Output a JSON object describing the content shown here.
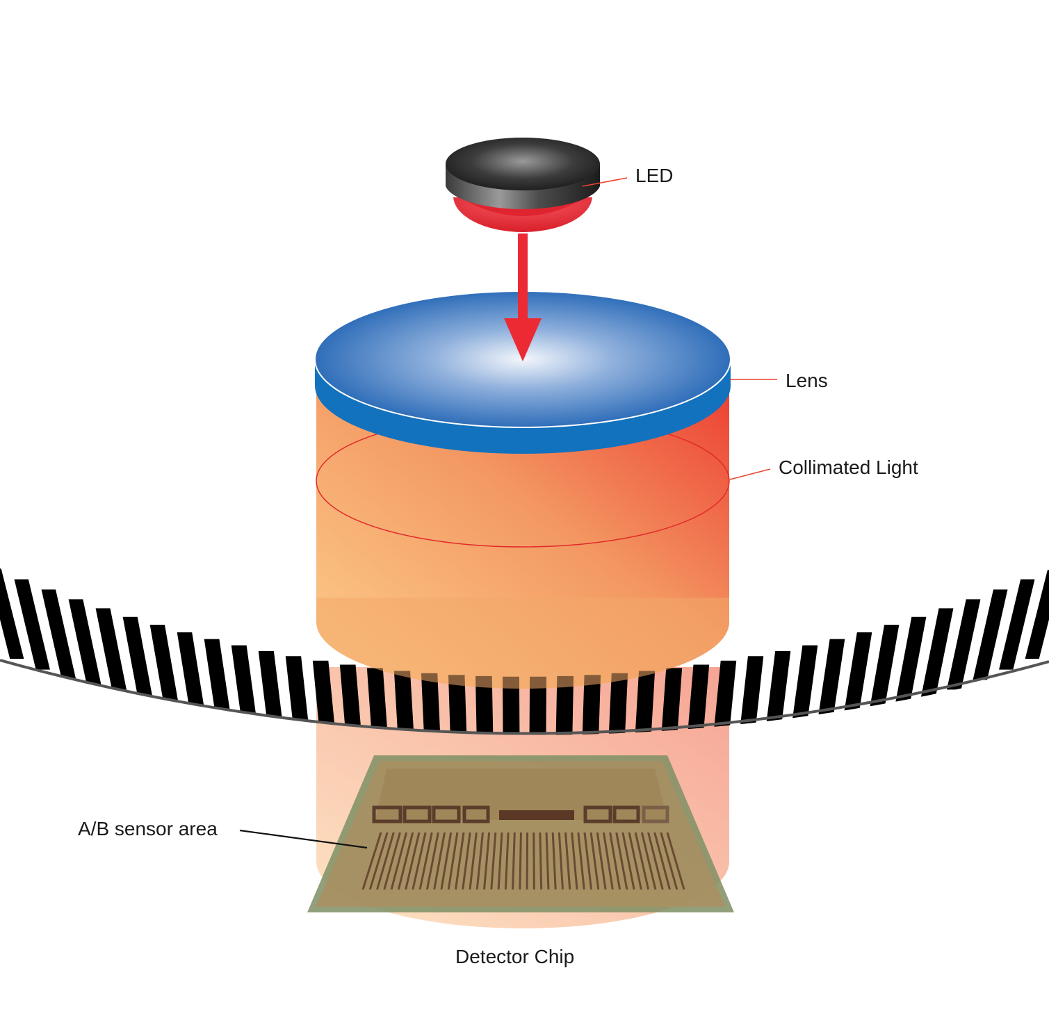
{
  "labels": {
    "led": "LED",
    "lens": "Lens",
    "collimated_light": "Collimated Light",
    "sensor_area": "A/B sensor area",
    "detector_chip": "Detector Chip"
  },
  "colors": {
    "led_red": "#ef2b36",
    "lens_blue": "#1a72bd",
    "beam_orange": "#f28a55",
    "beam_light": "#fdd08a",
    "leader_red": "#e8452f",
    "chip_olive": "#7f8a5a",
    "stripe_black": "#000000"
  },
  "scale": {
    "stripe_count": 40
  }
}
